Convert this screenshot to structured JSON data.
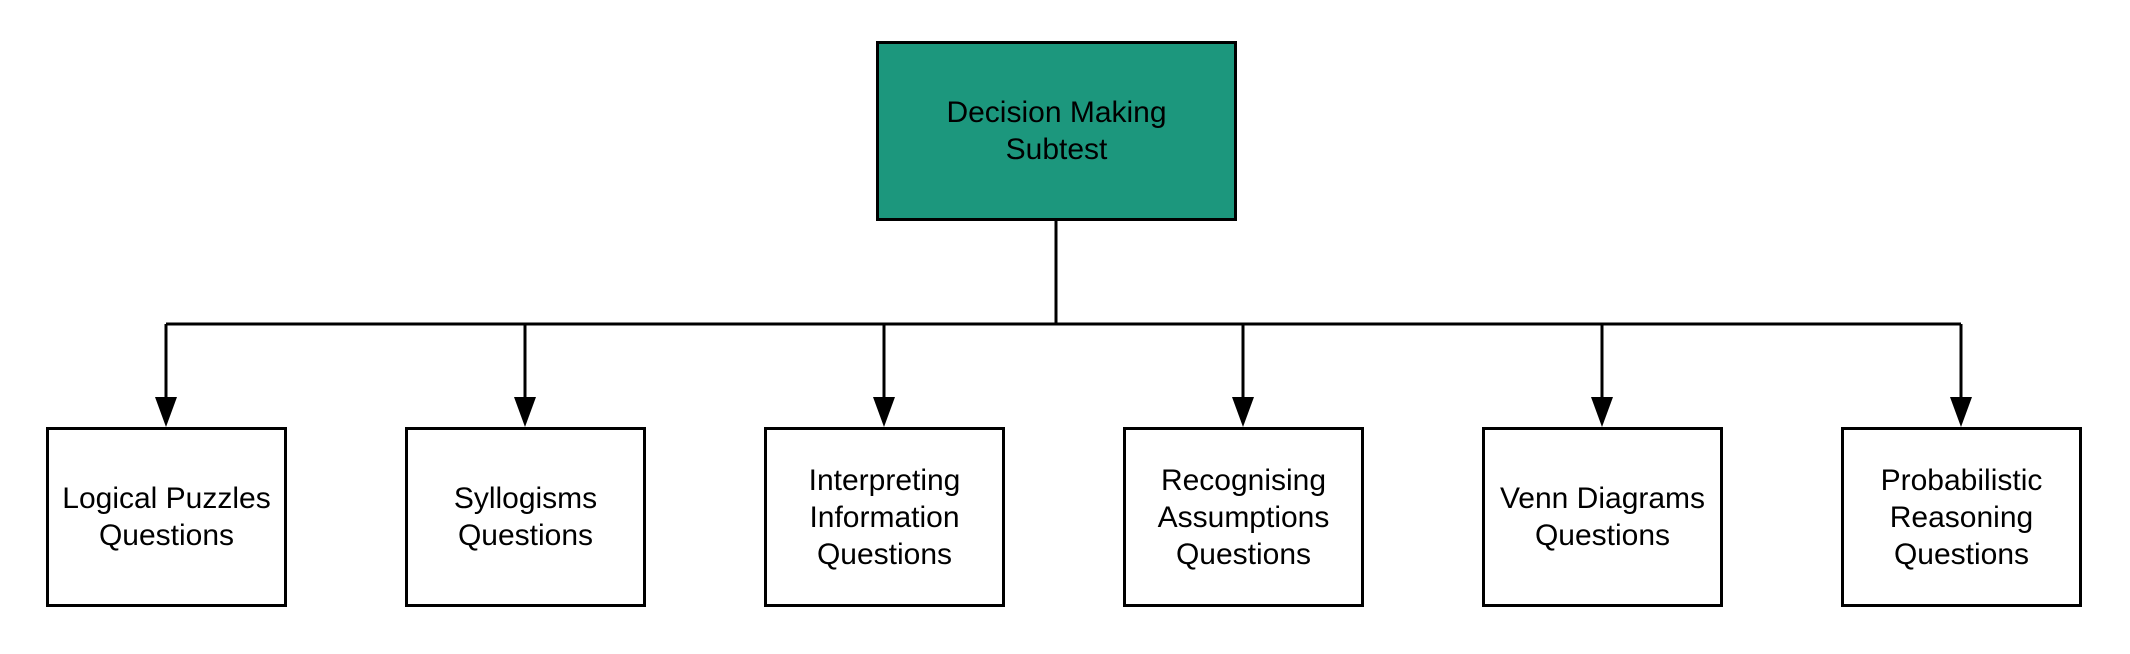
{
  "diagram": {
    "root": {
      "label": "Decision Making\nSubtest",
      "fill": "#1c977d"
    },
    "children": [
      {
        "label": "Logical Puzzles\nQuestions"
      },
      {
        "label": "Syllogisms\nQuestions"
      },
      {
        "label": "Interpreting\nInformation\nQuestions"
      },
      {
        "label": "Recognising\nAssumptions\nQuestions"
      },
      {
        "label": "Venn Diagrams\nQuestions"
      },
      {
        "label": "Probabilistic\nReasoning\nQuestions"
      }
    ],
    "colors": {
      "stroke": "#000000",
      "child_fill": "#ffffff",
      "text": "#000000"
    }
  }
}
